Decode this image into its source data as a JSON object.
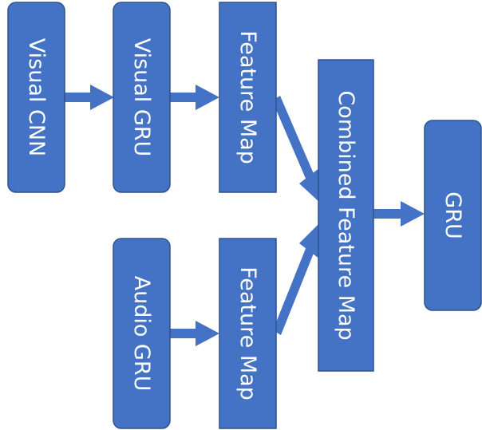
{
  "colors": {
    "node_fill": "#4472C4",
    "node_stroke": "#2F528F",
    "arrow": "#4472C4",
    "text": "#FFFFFF",
    "background": "#FFFFFF"
  },
  "nodes": {
    "visual_cnn": "Visual CNN",
    "visual_gru": "Visual GRU",
    "feature_map_visual": "Feature Map",
    "audio_gru": "Audio GRU",
    "feature_map_audio": "Feature Map",
    "combined_feature_map": "Combined Feature Map",
    "gru": "GRU"
  },
  "edges": [
    [
      "visual_cnn",
      "visual_gru"
    ],
    [
      "visual_gru",
      "feature_map_visual"
    ],
    [
      "feature_map_visual",
      "combined_feature_map"
    ],
    [
      "audio_gru",
      "feature_map_audio"
    ],
    [
      "feature_map_audio",
      "combined_feature_map"
    ],
    [
      "combined_feature_map",
      "gru"
    ]
  ]
}
